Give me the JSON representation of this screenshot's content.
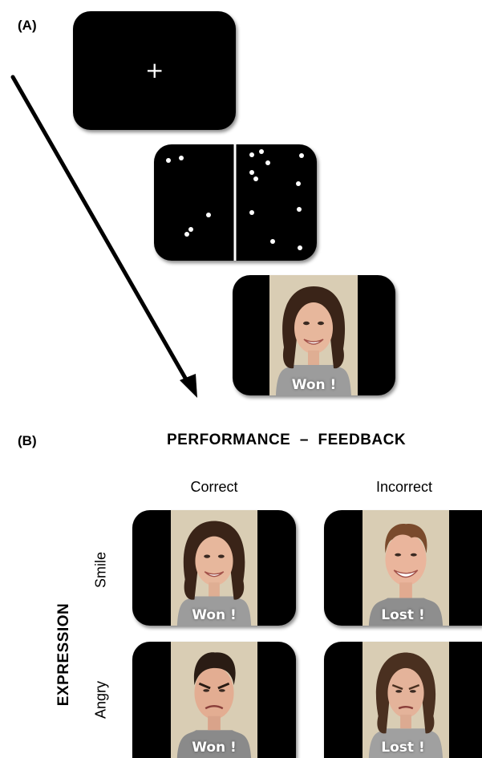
{
  "panel_a": {
    "label": "(A)",
    "fixation_symbol": "+",
    "feedback_caption": "Won !"
  },
  "panel_b": {
    "label": "(B)",
    "heading": "PERFORMANCE  –  FEEDBACK",
    "columns": [
      "Correct",
      "Incorrect"
    ],
    "rows": [
      "Smile",
      "Angry"
    ],
    "row_axis_title": "EXPRESSION",
    "cells": [
      {
        "caption": "Won !",
        "face": "smiling woman"
      },
      {
        "caption": "Lost !",
        "face": "smiling man"
      },
      {
        "caption": "Won !",
        "face": "angry man"
      },
      {
        "caption": "Lost !",
        "face": "angry woman"
      }
    ]
  },
  "colors": {
    "screen": "#000000",
    "photo_background": "#d9cdb4",
    "arrow": "#000000"
  }
}
